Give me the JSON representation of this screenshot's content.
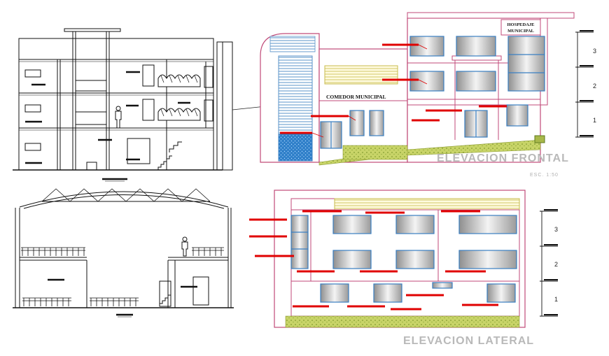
{
  "drawing_titles": {
    "front_elevation": "ELEVACION FRONTAL",
    "front_scale": "ESC. 1:50",
    "side_elevation": "ELEVACION LATERAL"
  },
  "building_signs": {
    "hostel_line1": "HOSPEDAJE",
    "hostel_line2": "MUNICIPAL",
    "dining": "COMEDOR MUNICIPAL"
  },
  "front_levels": [
    "3",
    "2",
    "1"
  ],
  "side_levels": [
    "3",
    "2",
    "1"
  ],
  "colors": {
    "annotation_red": "#e00000",
    "glass_blue": "#3a7fc2",
    "wall_magenta": "#c04a78",
    "facade_yellow": "#d9d27a",
    "ground_green": "#a8b84a",
    "water_blue": "#3d8fd6",
    "title_gray": "#b9b9b9"
  }
}
